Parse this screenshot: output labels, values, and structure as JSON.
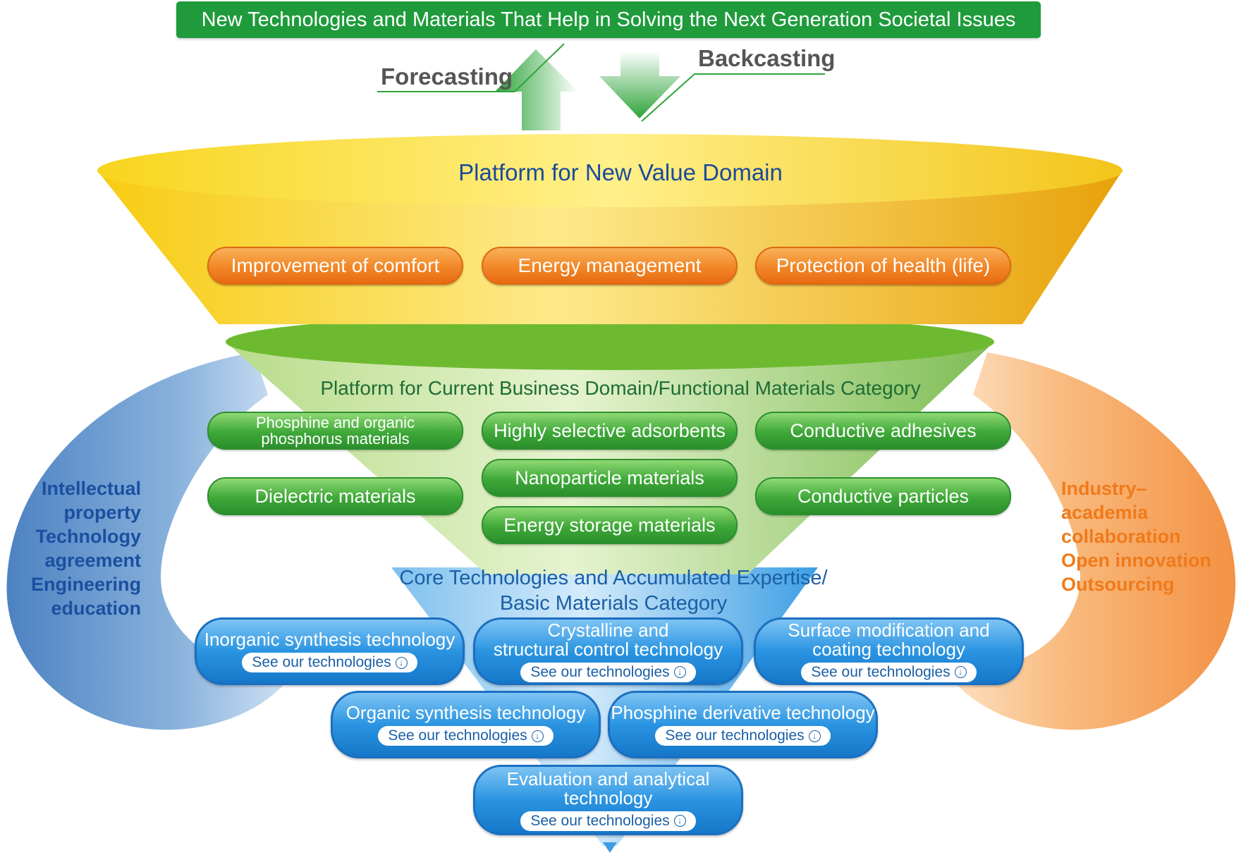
{
  "banner": "New Technologies and Materials That Help in Solving the Next Generation Societal Issues",
  "forecasting": "Forecasting",
  "backcasting": "Backcasting",
  "new_value": {
    "title": "Platform for New Value Domain",
    "items": [
      "Improvement of comfort",
      "Energy management",
      "Protection of health (life)"
    ]
  },
  "current": {
    "title": "Platform for Current Business Domain/Functional Materials Category",
    "items": [
      "Phosphine and organic",
      "phosphorus materials",
      "Highly selective adsorbents",
      "Conductive adhesives",
      "Nanoparticle materials",
      "Dielectric materials",
      "Conductive particles",
      "Energy storage materials"
    ]
  },
  "core": {
    "title_line1": "Core Technologies and Accumulated Expertise/",
    "title_line2": "Basic Materials Category",
    "see_label": "See our technologies",
    "see_icon": "arrow-down-circle",
    "items": [
      {
        "l1": "Inorganic synthesis technology",
        "l2": ""
      },
      {
        "l1": "Crystalline and",
        "l2": "structural control technology"
      },
      {
        "l1": "Surface modification and",
        "l2": "coating technology"
      },
      {
        "l1": "Organic synthesis technology",
        "l2": ""
      },
      {
        "l1": "Phosphine derivative technology",
        "l2": ""
      },
      {
        "l1": "Evaluation and analytical technology",
        "l2": ""
      }
    ]
  },
  "left_list": [
    "Intellectual",
    "property",
    "Technology",
    "agreement",
    "Engineering",
    "education"
  ],
  "right_list": [
    "Industry–",
    "academia",
    "collaboration",
    "Open innovation",
    "Outsourcing"
  ],
  "colors": {
    "banner": "#1f9b3c",
    "title_blue": "#1b4a9a",
    "orange": "#f28a2a",
    "green": "#3ea838",
    "blue": "#2a94e1",
    "left_arm": "#6a98cc",
    "right_arm": "#f6a45c"
  }
}
